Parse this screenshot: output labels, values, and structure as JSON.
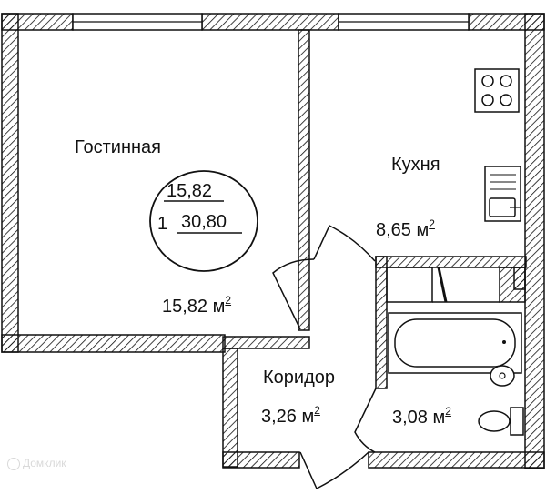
{
  "rooms": {
    "living": {
      "name": "Гостинная",
      "area": "15,82 м",
      "sup": "2"
    },
    "kitchen": {
      "name": "Кухня",
      "area": "8,65 м",
      "sup": "2"
    },
    "corridor": {
      "name": "Коридор",
      "area": "3,26 м",
      "sup": "2"
    },
    "bathroom": {
      "area": "3,08 м",
      "sup": "2"
    }
  },
  "badge": {
    "rooms_count": "1",
    "living_area": "15,82",
    "total_area": "30,80"
  },
  "watermark": "Домклик",
  "colors": {
    "line": "#111111",
    "hatch": "#111111",
    "watermark": "#d9d9d9"
  }
}
